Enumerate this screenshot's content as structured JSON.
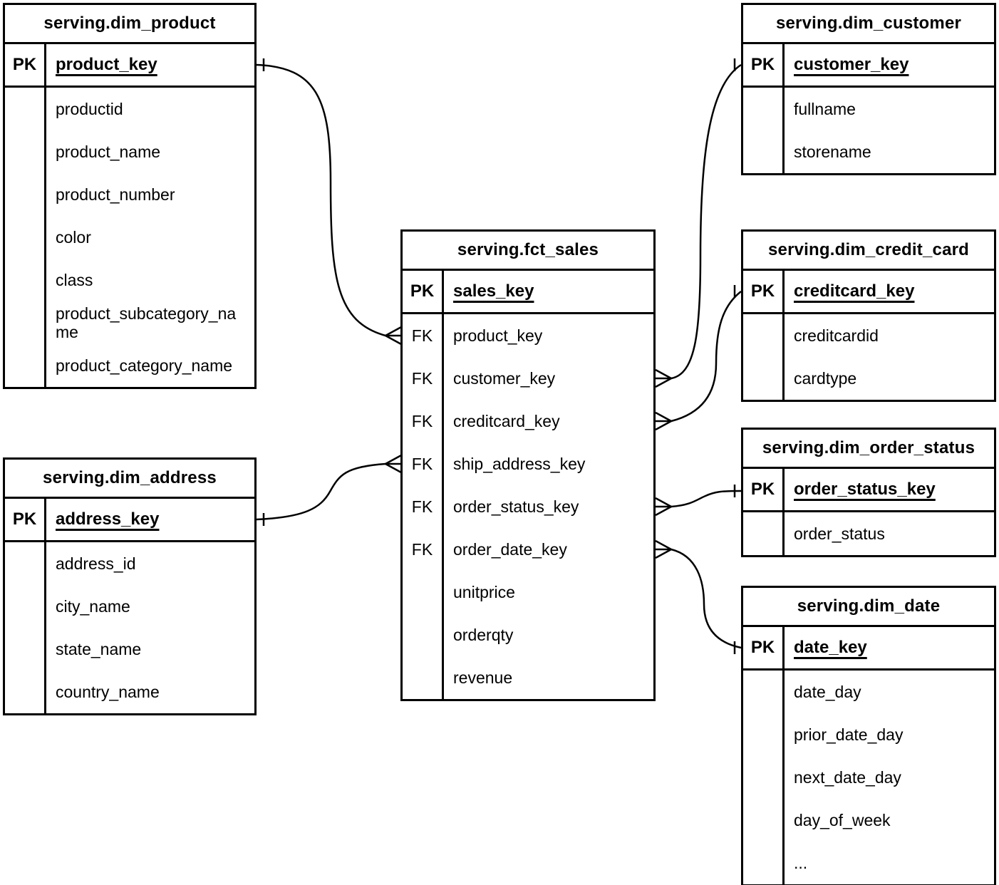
{
  "tables": {
    "dim_product": {
      "title": "serving.dim_product",
      "pk": {
        "label": "PK",
        "name": "product_key"
      },
      "fields": [
        {
          "key": "",
          "name": "productid"
        },
        {
          "key": "",
          "name": "product_name"
        },
        {
          "key": "",
          "name": "product_number"
        },
        {
          "key": "",
          "name": "color"
        },
        {
          "key": "",
          "name": "class"
        },
        {
          "key": "",
          "name": "product_subcategory_name"
        },
        {
          "key": "",
          "name": "product_category_name"
        }
      ]
    },
    "dim_address": {
      "title": "serving.dim_address",
      "pk": {
        "label": "PK",
        "name": "address_key"
      },
      "fields": [
        {
          "key": "",
          "name": "address_id"
        },
        {
          "key": "",
          "name": "city_name"
        },
        {
          "key": "",
          "name": "state_name"
        },
        {
          "key": "",
          "name": "country_name"
        }
      ]
    },
    "fct_sales": {
      "title": "serving.fct_sales",
      "pk": {
        "label": "PK",
        "name": "sales_key"
      },
      "fields": [
        {
          "key": "FK",
          "name": "product_key"
        },
        {
          "key": "FK",
          "name": "customer_key"
        },
        {
          "key": "FK",
          "name": "creditcard_key"
        },
        {
          "key": "FK",
          "name": "ship_address_key"
        },
        {
          "key": "FK",
          "name": "order_status_key"
        },
        {
          "key": "FK",
          "name": "order_date_key"
        },
        {
          "key": "",
          "name": "unitprice"
        },
        {
          "key": "",
          "name": "orderqty"
        },
        {
          "key": "",
          "name": "revenue"
        }
      ]
    },
    "dim_customer": {
      "title": "serving.dim_customer",
      "pk": {
        "label": "PK",
        "name": "customer_key"
      },
      "fields": [
        {
          "key": "",
          "name": "fullname"
        },
        {
          "key": "",
          "name": "storename"
        }
      ]
    },
    "dim_credit_card": {
      "title": "serving.dim_credit_card",
      "pk": {
        "label": "PK",
        "name": "creditcard_key"
      },
      "fields": [
        {
          "key": "",
          "name": "creditcardid"
        },
        {
          "key": "",
          "name": "cardtype"
        }
      ]
    },
    "dim_order_status": {
      "title": "serving.dim_order_status",
      "pk": {
        "label": "PK",
        "name": "order_status_key"
      },
      "fields": [
        {
          "key": "",
          "name": "order_status"
        }
      ]
    },
    "dim_date": {
      "title": "serving.dim_date",
      "pk": {
        "label": "PK",
        "name": "date_key"
      },
      "fields": [
        {
          "key": "",
          "name": "date_day"
        },
        {
          "key": "",
          "name": "prior_date_day"
        },
        {
          "key": "",
          "name": "next_date_day"
        },
        {
          "key": "",
          "name": "day_of_week"
        },
        {
          "key": "",
          "name": "..."
        }
      ]
    }
  },
  "relationships": [
    {
      "one": "serving.dim_product.product_key",
      "many": "serving.fct_sales.product_key"
    },
    {
      "one": "serving.dim_address.address_key",
      "many": "serving.fct_sales.ship_address_key"
    },
    {
      "one": "serving.dim_customer.customer_key",
      "many": "serving.fct_sales.customer_key"
    },
    {
      "one": "serving.dim_credit_card.creditcard_key",
      "many": "serving.fct_sales.creditcard_key"
    },
    {
      "one": "serving.dim_order_status.order_status_key",
      "many": "serving.fct_sales.order_status_key"
    },
    {
      "one": "serving.dim_date.date_key",
      "many": "serving.fct_sales.order_date_key"
    }
  ],
  "colors": {
    "line": "#000000",
    "background": "#ffffff",
    "text": "#000000"
  }
}
